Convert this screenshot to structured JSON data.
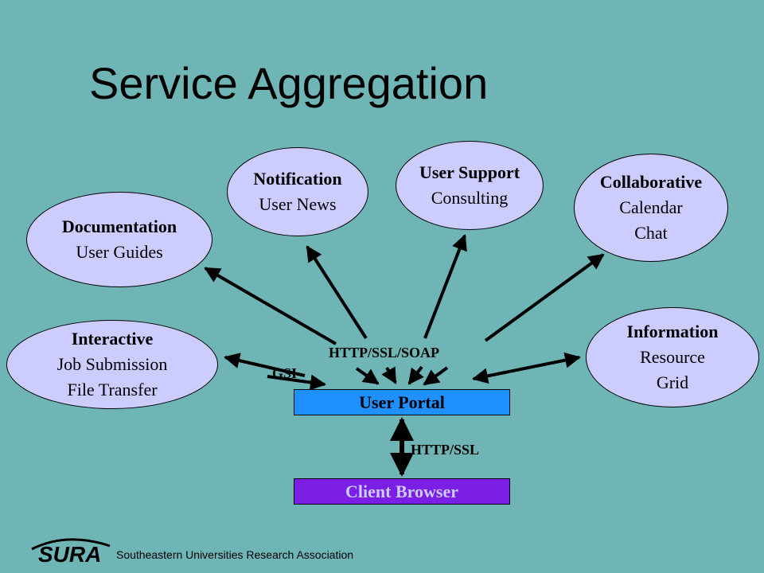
{
  "title": "Service Aggregation",
  "nodes": {
    "notification": {
      "head": "Notification",
      "line1": "User News"
    },
    "user_support": {
      "head": "User Support",
      "line1": "Consulting"
    },
    "collaborative": {
      "head": "Collaborative",
      "line1": "Calendar",
      "line2": "Chat"
    },
    "documentation": {
      "head": "Documentation",
      "line1": "User Guides"
    },
    "interactive": {
      "head": "Interactive",
      "line1": "Job Submission",
      "line2": "File Transfer"
    },
    "information": {
      "head": "Information",
      "line1": "Resource",
      "line2": "Grid"
    }
  },
  "user_portal": "User Portal",
  "client_browser": "Client Browser",
  "labels": {
    "http_ssl_soap": "HTTP/SSL/SOAP",
    "gsi": "GSI",
    "http_ssl": "HTTP/SSL"
  },
  "colors": {
    "background": "#6fb5b5",
    "node_fill": "#ccccff",
    "portal_fill": "#1e90ff",
    "browser_fill": "#7b1ee6",
    "browser_text": "#ccccff"
  },
  "footer": {
    "logo_text": "SURA",
    "organization": "Southeastern Universities Research Association"
  }
}
